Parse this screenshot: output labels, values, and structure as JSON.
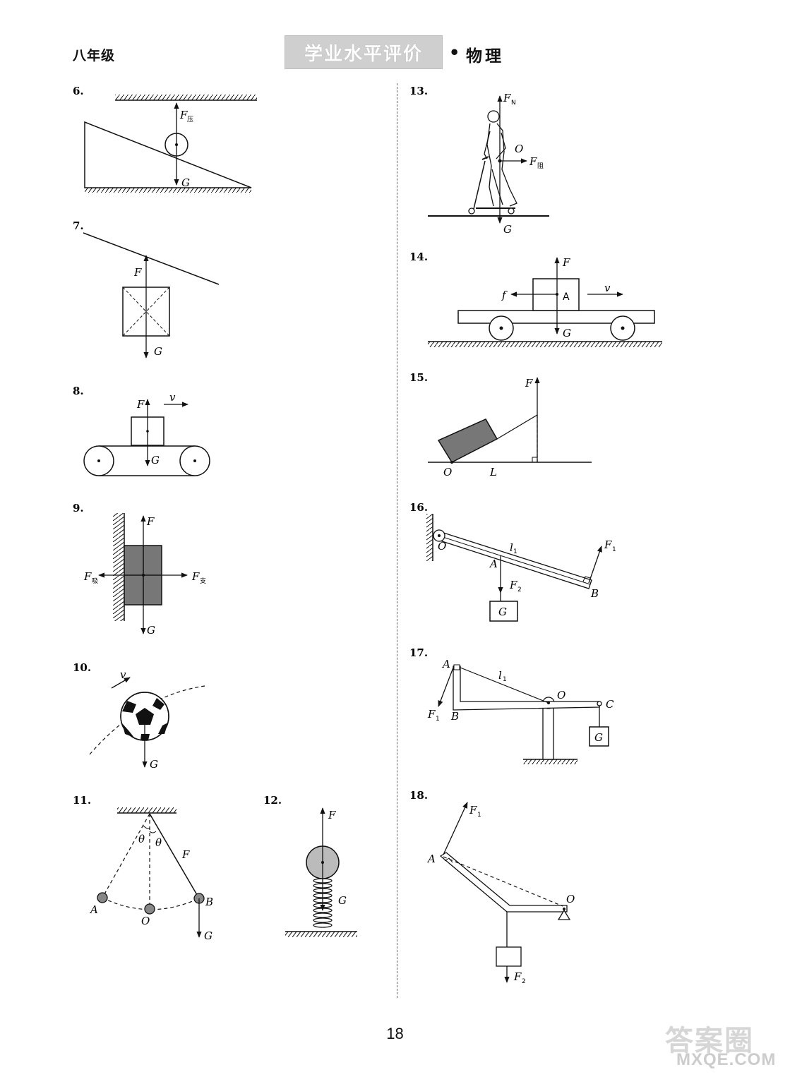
{
  "header": {
    "grade": "八年级",
    "series": "学业水平评价",
    "dot": "•",
    "subject": "物理"
  },
  "page_number": "18",
  "watermark": {
    "logo": "答案圈",
    "site": "MXQE.COM"
  },
  "problems": [
    {
      "number": "6.",
      "labels": [
        "F",
        "压",
        "G"
      ]
    },
    {
      "number": "7.",
      "labels": [
        "F",
        "G"
      ]
    },
    {
      "number": "8.",
      "labels": [
        "F",
        "v",
        "G"
      ]
    },
    {
      "number": "9.",
      "labels": [
        "F",
        "F",
        "吸",
        "F",
        "支",
        "G"
      ]
    },
    {
      "number": "10.",
      "labels": [
        "v",
        "G"
      ]
    },
    {
      "number": "11.",
      "labels": [
        "θ",
        "θ",
        "F",
        "A",
        "O",
        "B",
        "G"
      ]
    },
    {
      "number": "12.",
      "labels": [
        "F",
        "G"
      ]
    },
    {
      "number": "13.",
      "labels": [
        "F",
        "N",
        "O",
        "F",
        "阻",
        "G"
      ]
    },
    {
      "number": "14.",
      "labels": [
        "F",
        "f",
        "A",
        "v",
        "G"
      ]
    },
    {
      "number": "15.",
      "labels": [
        "F",
        "O",
        "L"
      ]
    },
    {
      "number": "16.",
      "labels": [
        "O",
        "l",
        "1",
        "A",
        "F",
        "1",
        "F",
        "2",
        "B",
        "G"
      ]
    },
    {
      "number": "17.",
      "labels": [
        "A",
        "l",
        "1",
        "O",
        "C",
        "F",
        "1",
        "B",
        "G"
      ]
    },
    {
      "number": "18.",
      "labels": [
        "F",
        "1",
        "A",
        "O",
        "F",
        "2"
      ]
    }
  ]
}
